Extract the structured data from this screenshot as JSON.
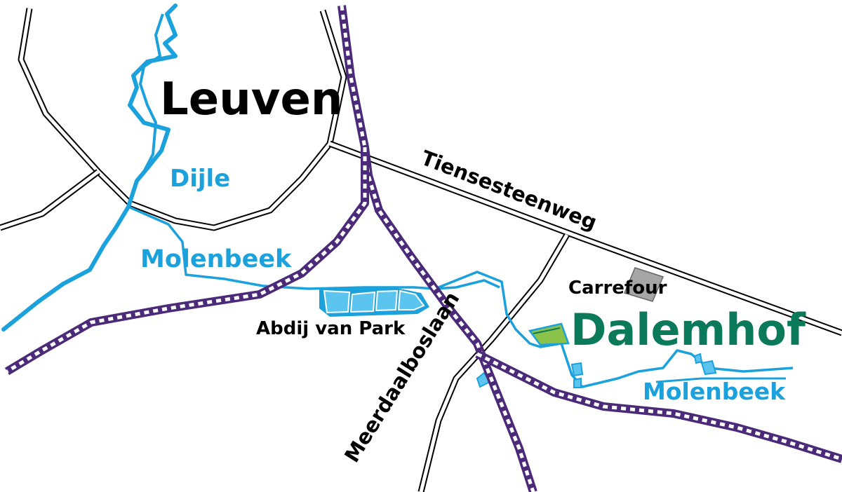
{
  "map": {
    "labels": {
      "city": "Leuven",
      "river_dijle": "Dijle",
      "river_molenbeek_west": "Molenbeek",
      "river_molenbeek_east": "Molenbeek",
      "road_tiensesteenweg": "Tiensesteenweg",
      "road_meerdaalboslaan": "Meerdaalboslaan",
      "abbey": "Abdij van Park",
      "store": "Carrefour",
      "site": "Dalemhof"
    },
    "colors": {
      "water": "#1ba1dc",
      "water_fill": "#5bc5ef",
      "rail": "#4b2a7a",
      "road": "#000000",
      "site_text": "#0b7a5a",
      "site_fill": "#8bc34a",
      "store_fill": "#a6a6a6",
      "label": "#000000"
    }
  }
}
